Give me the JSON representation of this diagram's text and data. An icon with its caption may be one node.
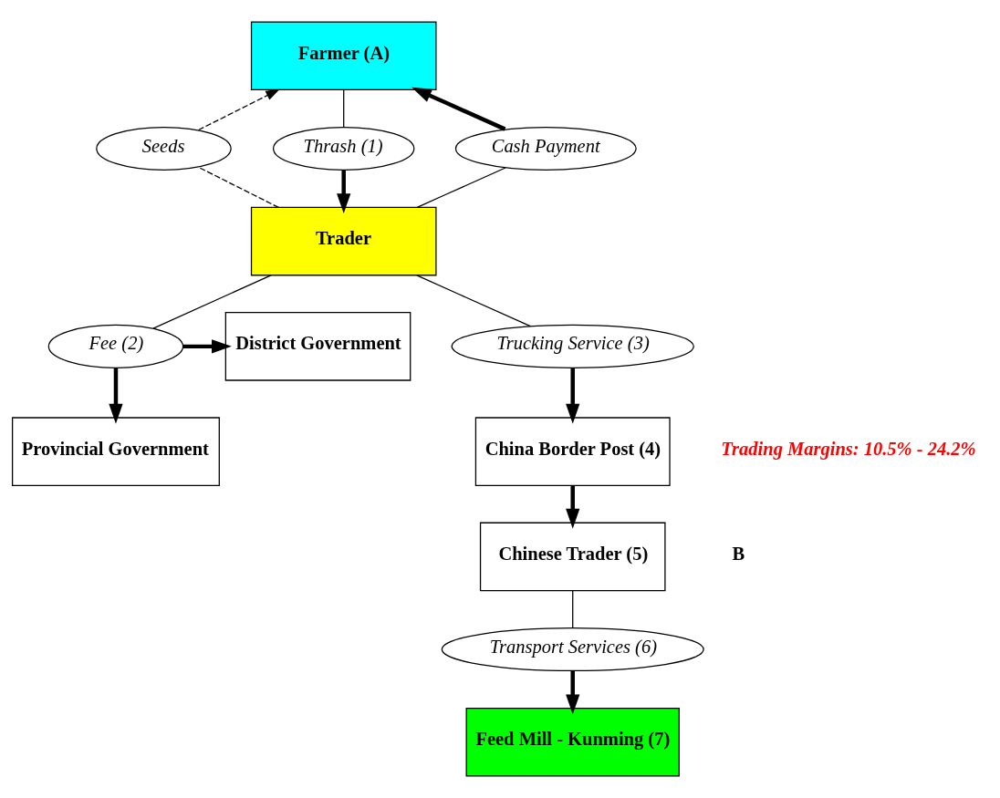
{
  "diagram": {
    "nodes": [
      {
        "text": [
          "Farmer (A)"
        ]
      },
      {
        "text": [
          "Seeds"
        ]
      },
      {
        "text": [
          "Thrash (1)"
        ]
      },
      {
        "text": [
          "Cash Payment"
        ]
      },
      {
        "text": [
          "Trader"
        ]
      },
      {
        "text": [
          "District Government"
        ]
      },
      {
        "text": [
          "Fee (2)"
        ]
      },
      {
        "text": [
          "Trucking Service (3)"
        ]
      },
      {
        "text": [
          "Provincial Government"
        ]
      },
      {
        "text": [
          "China Border Post (4)"
        ]
      },
      {
        "text": [
          "Chinese Trader (5)"
        ]
      },
      {
        "text": [
          "Transport Services (6)"
        ]
      },
      {
        "text": [
          "Feed Mill - Kunming (7)"
        ]
      }
    ],
    "edges": [
      {
        "from": 4,
        "to": 1,
        "arrow": "none",
        "style": "dashed"
      },
      {
        "from": 1,
        "to": 0,
        "arrow": "to",
        "style": "dashed"
      },
      {
        "from": 0,
        "to": 2,
        "arrow": "none"
      },
      {
        "from": 2,
        "to": 4,
        "arrow": "to",
        "style": "thick"
      },
      {
        "from": 4,
        "to": 3,
        "arrow": "none"
      },
      {
        "from": 3,
        "to": 0,
        "arrow": "to",
        "style": "thick"
      },
      {
        "from": 4,
        "to": 6,
        "arrow": "none"
      },
      {
        "from": 6,
        "to": 5,
        "arrow": "to",
        "style": "thick"
      },
      {
        "from": 6,
        "to": 8,
        "arrow": "to",
        "style": "thick"
      },
      {
        "from": 4,
        "to": 7,
        "arrow": "none"
      },
      {
        "from": 7,
        "to": 9,
        "arrow": "to",
        "style": "thick"
      },
      {
        "from": 9,
        "to": 10,
        "arrow": "to",
        "style": "thick"
      },
      {
        "from": 10,
        "to": 11,
        "arrow": "none"
      },
      {
        "from": 11,
        "to": 12,
        "arrow": "to",
        "style": "thick"
      }
    ],
    "labels": [
      "B",
      "Trading Margins: 10.5% - 24.2%"
    ]
  }
}
